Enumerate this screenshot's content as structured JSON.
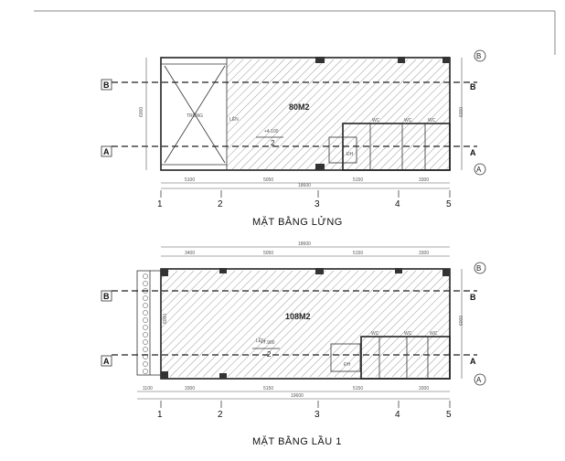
{
  "plans": [
    {
      "id": "mezzanine",
      "title": "MẶT BẰNG LỬNG",
      "area_label": "80M2",
      "level_label": "+4.100",
      "level_tag": "2",
      "top_dim_total": "",
      "top_dims": [],
      "bottom_dims": [
        "5100",
        "5050",
        "5150",
        "3300"
      ],
      "bottom_total": "18600",
      "left_dim": "6000",
      "right_dim": "6000",
      "axes": [
        "1",
        "2",
        "3",
        "4",
        "5"
      ],
      "section_b": [
        "B",
        "B"
      ],
      "section_a": [
        "A",
        "A"
      ],
      "rooms": [
        "WC",
        "WC",
        "WC",
        "ĐH"
      ],
      "void_label": "TRỐNG",
      "stair_label": "LÊN"
    },
    {
      "id": "level1",
      "title": "MẶT BẰNG LẦU 1",
      "area_label": "108M2",
      "level_label": "+7.900",
      "level_tag": "2",
      "top_dim_total": "18600",
      "top_dims": [
        "3400",
        "5050",
        "5150",
        "3300"
      ],
      "bottom_dims": [
        "1100",
        "3300",
        "5150",
        "5150",
        "3300"
      ],
      "bottom_total": "19600",
      "left_dim": "6000",
      "right_dim": "6000",
      "axes": [
        "1",
        "2",
        "3",
        "4",
        "5"
      ],
      "section_b": [
        "B",
        "B"
      ],
      "section_a": [
        "A",
        "A"
      ],
      "rooms": [
        "WC",
        "WC",
        "WC",
        "ĐH"
      ],
      "void_label": "",
      "stair_label": "LÊN"
    }
  ]
}
